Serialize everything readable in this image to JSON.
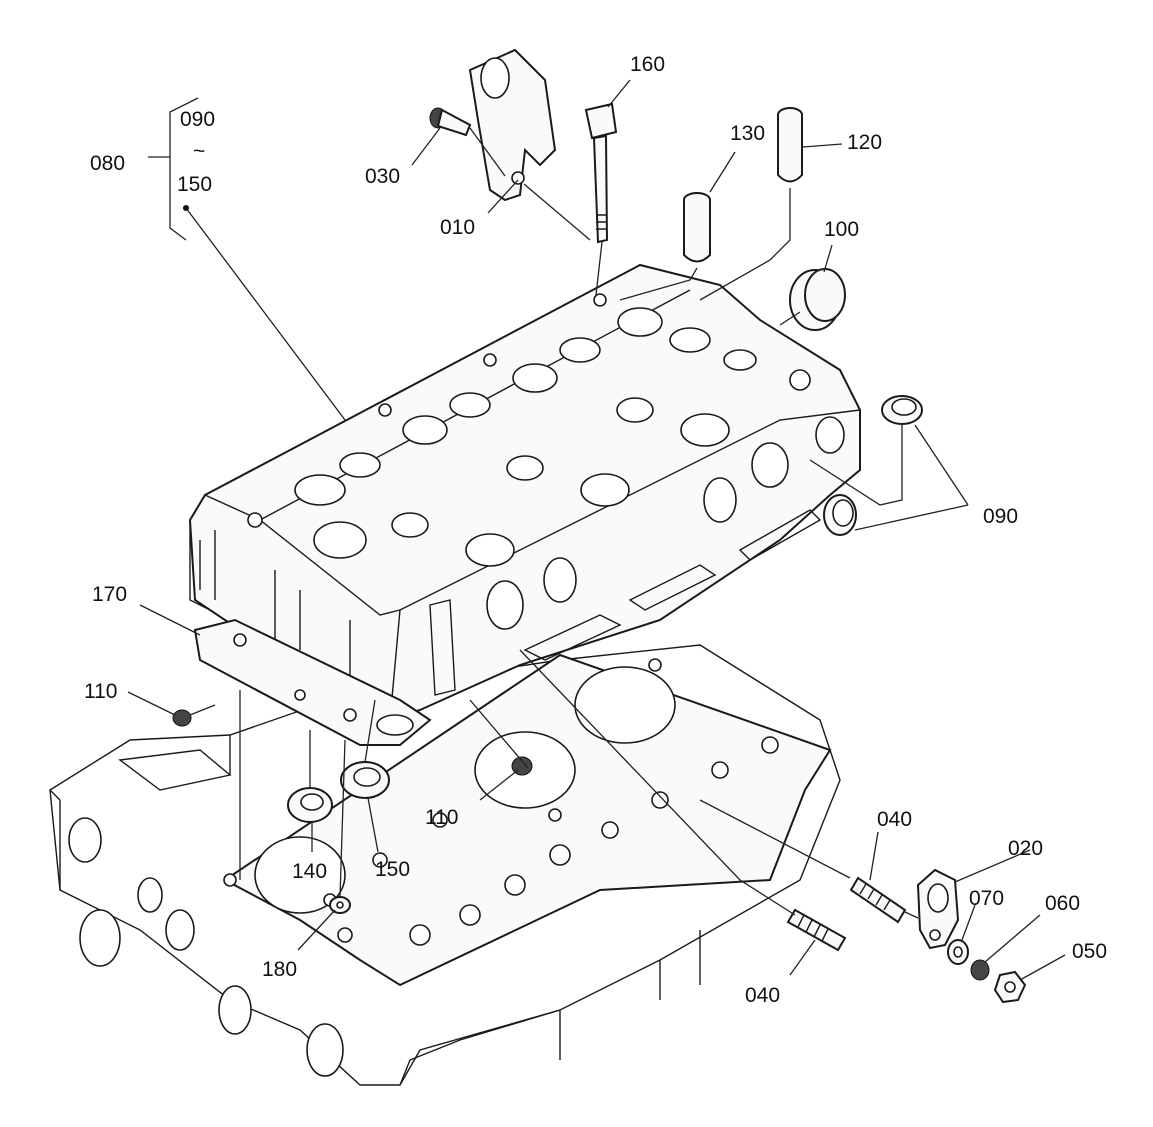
{
  "diagram": {
    "labels": {
      "l010": "010",
      "l020": "020",
      "l030": "030",
      "l040a": "040",
      "l040b": "040",
      "l050": "050",
      "l060": "060",
      "l070": "070",
      "l080": "080",
      "l090_top": "090",
      "l090_right": "090",
      "l100": "100",
      "l110a": "110",
      "l110b": "110",
      "l120": "120",
      "l130": "130",
      "l140": "140",
      "l150_top": "150",
      "l150_bottom": "150",
      "l160": "160",
      "l170": "170",
      "l180": "180",
      "range_tilde": "~"
    }
  }
}
